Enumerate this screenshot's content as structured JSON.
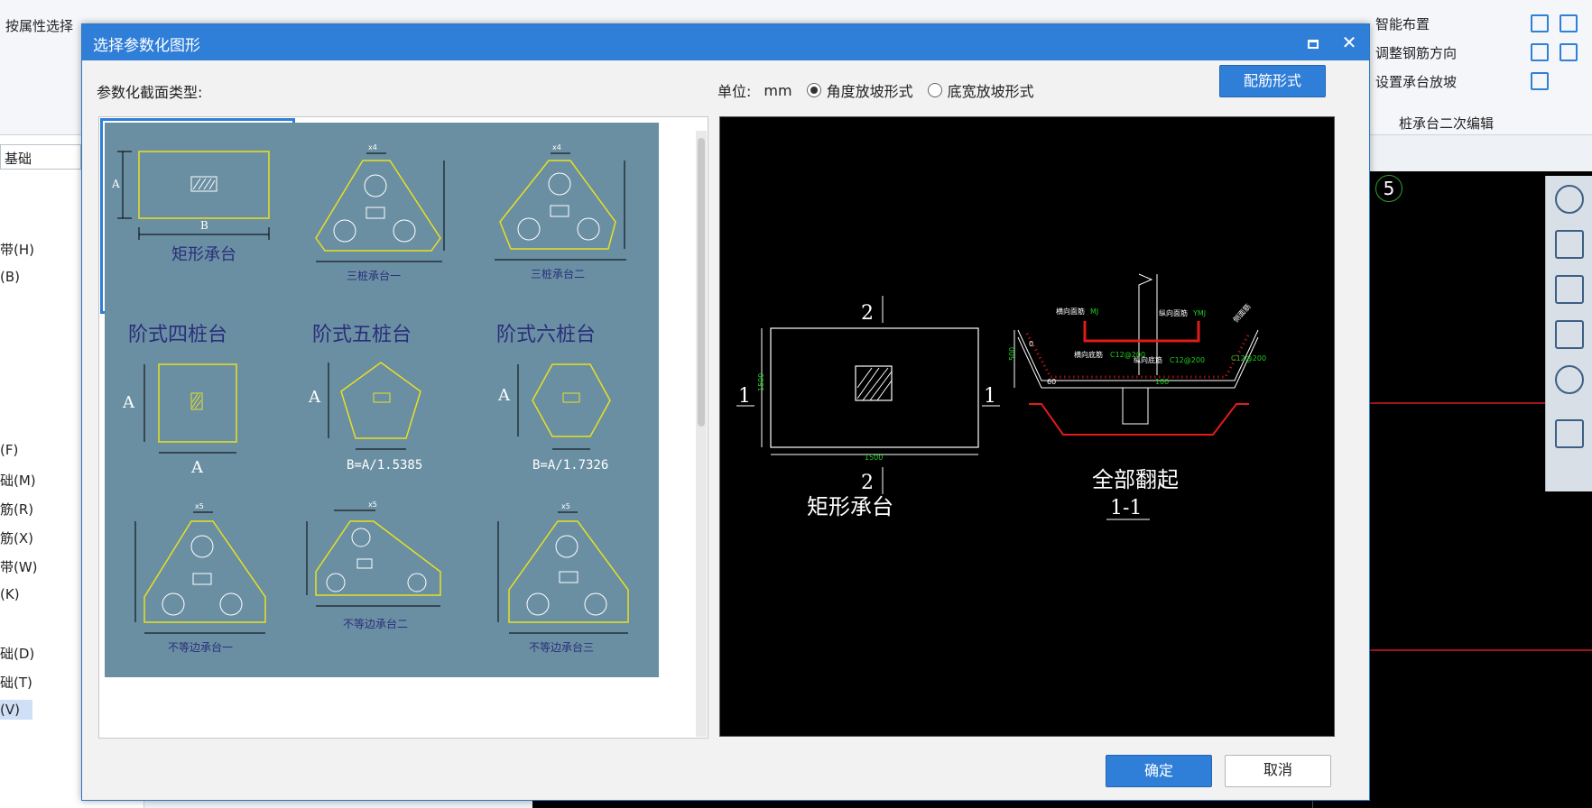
{
  "app": {
    "ribbon_checkbox_label": "按属性选择",
    "layer_combo": "基础",
    "left_list": [
      "带(H)",
      "(B)",
      "(F)",
      "础(M)",
      "筋(R)",
      "筋(X)",
      "带(W)",
      "(K)",
      "础(D)",
      "础(T)",
      "(V)"
    ],
    "ribbon_right": {
      "items": [
        "智能布置",
        "调整钢筋方向",
        "设置承台放坡"
      ],
      "group_label": "桩承台二次编辑"
    },
    "axis_badge": "5"
  },
  "dialog": {
    "title": "选择参数化图形",
    "section_label": "参数化截面类型:",
    "unit_label": "单位:",
    "unit_value": "mm",
    "radio_angle": "角度放坡形式",
    "radio_bottom": "底宽放坡形式",
    "rebar_button": "配筋形式",
    "ok_button": "确定",
    "cancel_button": "取消",
    "thumbnails": [
      {
        "label": "矩形承台",
        "dim_a": "A",
        "dim_b": "B"
      },
      {
        "label": "三桩承台一",
        "dim_top": "x4"
      },
      {
        "label": "三桩承台二",
        "dim_top": "x4"
      },
      {
        "label": "阶式四桩台",
        "dim_a": "A",
        "dim_b": "A"
      },
      {
        "label": "阶式五桩台",
        "dim_a": "A",
        "formula": "B=A/1.5385"
      },
      {
        "label": "阶式六桩台",
        "dim_a": "A",
        "formula": "B=A/1.7326"
      },
      {
        "label": "不等边承台一",
        "dim_top": "x5"
      },
      {
        "label": "不等边承台二",
        "dim_top": "x5"
      },
      {
        "label": "不等边承台三",
        "dim_top": "x5"
      }
    ],
    "preview": {
      "section_number": "2",
      "side_number": "1",
      "width_dim": "1500",
      "height_dim": "1500",
      "plan_label": "矩形承台",
      "section_title": "全部翻起",
      "section_cut": "1-1",
      "annot_transverse_top": "横向面筋",
      "annot_longitudinal_top": "纵向面筋",
      "annot_side": "侧面筋",
      "annot_transverse_bottom": "横向底筋",
      "annot_longitudinal_bottom": "纵向底筋",
      "code_mj": "MJ",
      "code_ymj": "YMJ",
      "rebar_spec": "C12@200",
      "depth_dim": "500",
      "zero_dim": "0",
      "slope_dim": "60",
      "pile_dim": "100"
    }
  }
}
